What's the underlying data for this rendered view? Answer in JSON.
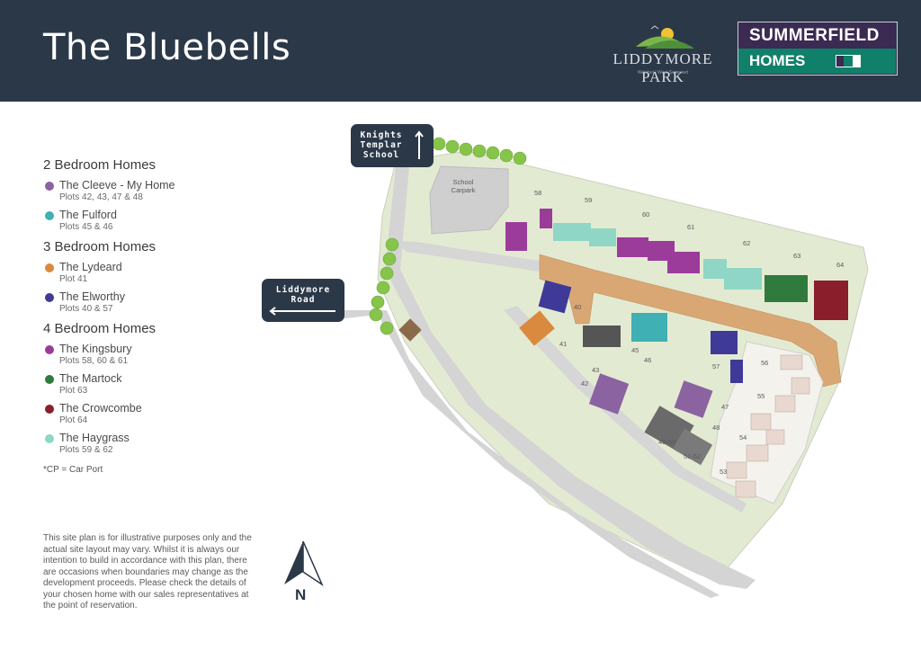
{
  "header": {
    "title": "The Bluebells",
    "liddymore_logo": {
      "name": "LIDDYMORE PARK",
      "subline": "Watchet | West Somerset"
    },
    "summerfield_logo": {
      "line1": "SUMMERFIELD",
      "line2": "HOMES",
      "colors": {
        "top": "#3b2a52",
        "bottom": "#11806b"
      }
    }
  },
  "legend": {
    "groups": [
      {
        "heading": "2 Bedroom Homes",
        "items": [
          {
            "name": "The Cleeve - My Home",
            "plots": "Plots 42, 43, 47 & 48",
            "color": "#8a63a0"
          },
          {
            "name": "The Fulford",
            "plots": "Plots 45 & 46",
            "color": "#3fb0b4"
          }
        ]
      },
      {
        "heading": "3 Bedroom Homes",
        "items": [
          {
            "name": "The Lydeard",
            "plots": "Plot 41",
            "color": "#d98a3e"
          },
          {
            "name": "The Elworthy",
            "plots": "Plots 40 & 57",
            "color": "#3f3a97"
          }
        ]
      },
      {
        "heading": "4 Bedroom Homes",
        "items": [
          {
            "name": "The Kingsbury",
            "plots": "Plots 58, 60 & 61",
            "color": "#9b3c9b"
          },
          {
            "name": "The Martock",
            "plots": "Plot 63",
            "color": "#2f7a3c"
          },
          {
            "name": "The Crowcombe",
            "plots": "Plot 64",
            "color": "#8b1e2b"
          },
          {
            "name": "The Haygrass",
            "plots": "Plots 59 & 62",
            "color": "#8fd6c6"
          }
        ]
      }
    ],
    "carport_note": "*CP = Car Port",
    "disclaimer": "This site plan is for illustrative purposes only and the actual site layout may vary. Whilst it is always our intention to build in accordance with this plan, there are occasions when boundaries may change as the development proceeds. Please check the details of your chosen home with our sales representatives at the point of reservation."
  },
  "map": {
    "sign_school": "Knights Templar School",
    "sign_road": "Liddymore Road",
    "carpark_label": "School Carpark",
    "north_label": "N",
    "plot_labels": [
      "40",
      "41",
      "42",
      "43",
      "45",
      "46",
      "47",
      "48",
      "53",
      "54",
      "55",
      "56",
      "57",
      "58",
      "59",
      "60",
      "61",
      "62",
      "63",
      "64",
      "49-50",
      "51-52"
    ],
    "colors": {
      "grass": "#e3ead2",
      "road": "#d4d4d4",
      "path": "#d9a774",
      "tree": "#86c44a"
    }
  }
}
